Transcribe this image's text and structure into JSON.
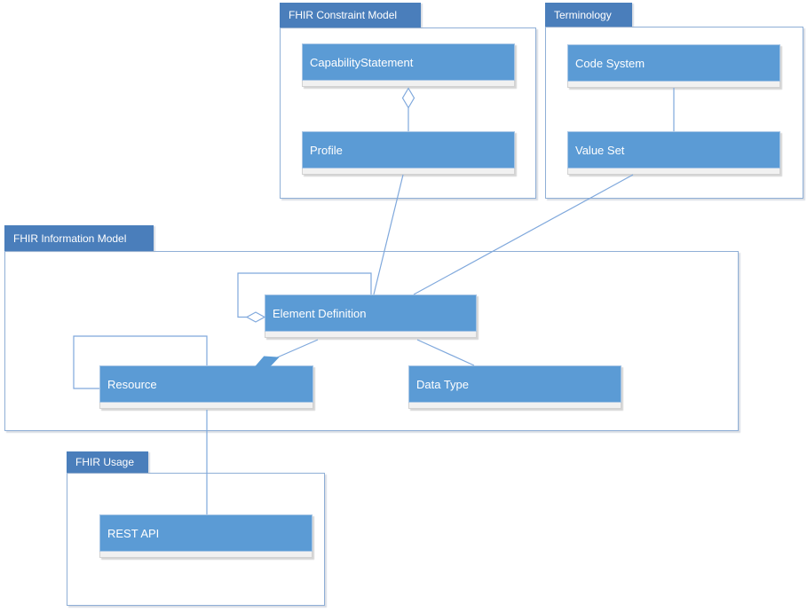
{
  "packages": {
    "constraint_model": {
      "label": "FHIR Constraint Model"
    },
    "terminology": {
      "label": "Terminology"
    },
    "information_model": {
      "label": "FHIR Information Model"
    },
    "usage": {
      "label": "FHIR Usage"
    }
  },
  "nodes": {
    "capability_statement": {
      "label": "CapabilityStatement",
      "package": "FHIR Constraint Model"
    },
    "profile": {
      "label": "Profile",
      "package": "FHIR Constraint Model"
    },
    "code_system": {
      "label": "Code System",
      "package": "Terminology"
    },
    "value_set": {
      "label": "Value Set",
      "package": "Terminology"
    },
    "element_definition": {
      "label": "Element Definition",
      "package": "FHIR Information Model"
    },
    "resource": {
      "label": "Resource",
      "package": "FHIR Information Model"
    },
    "data_type": {
      "label": "Data Type",
      "package": "FHIR Information Model"
    },
    "rest_api": {
      "label": "REST API",
      "package": "FHIR Usage"
    }
  },
  "edges": [
    {
      "from": "CapabilityStatement",
      "to": "Profile",
      "type": "aggregation",
      "diamond": "open, at CapabilityStatement end"
    },
    {
      "from": "Code System",
      "to": "Value Set",
      "type": "association"
    },
    {
      "from": "Profile",
      "to": "Element Definition",
      "type": "association"
    },
    {
      "from": "Value Set",
      "to": "Element Definition",
      "type": "association"
    },
    {
      "from": "Element Definition",
      "to": "Element Definition",
      "type": "self aggregation",
      "diamond": "open, at Element Definition left edge"
    },
    {
      "from": "Resource",
      "to": "Element Definition",
      "type": "composition",
      "diamond": "filled, at Resource end"
    },
    {
      "from": "Element Definition",
      "to": "Data Type",
      "type": "association"
    },
    {
      "from": "Resource",
      "to": "Resource",
      "type": "self association"
    },
    {
      "from": "Resource",
      "to": "REST API",
      "type": "association"
    }
  ],
  "colors": {
    "node_fill": "#5B9BD5",
    "node_border": "#A9C6E5",
    "tab_fill": "#4A7EBB",
    "package_border": "#8FAFD6",
    "connector": "#7FA8DC",
    "compartment_fill": "#F1F1F1",
    "label_text": "#FFFFFF",
    "background": "#FFFFFF"
  }
}
